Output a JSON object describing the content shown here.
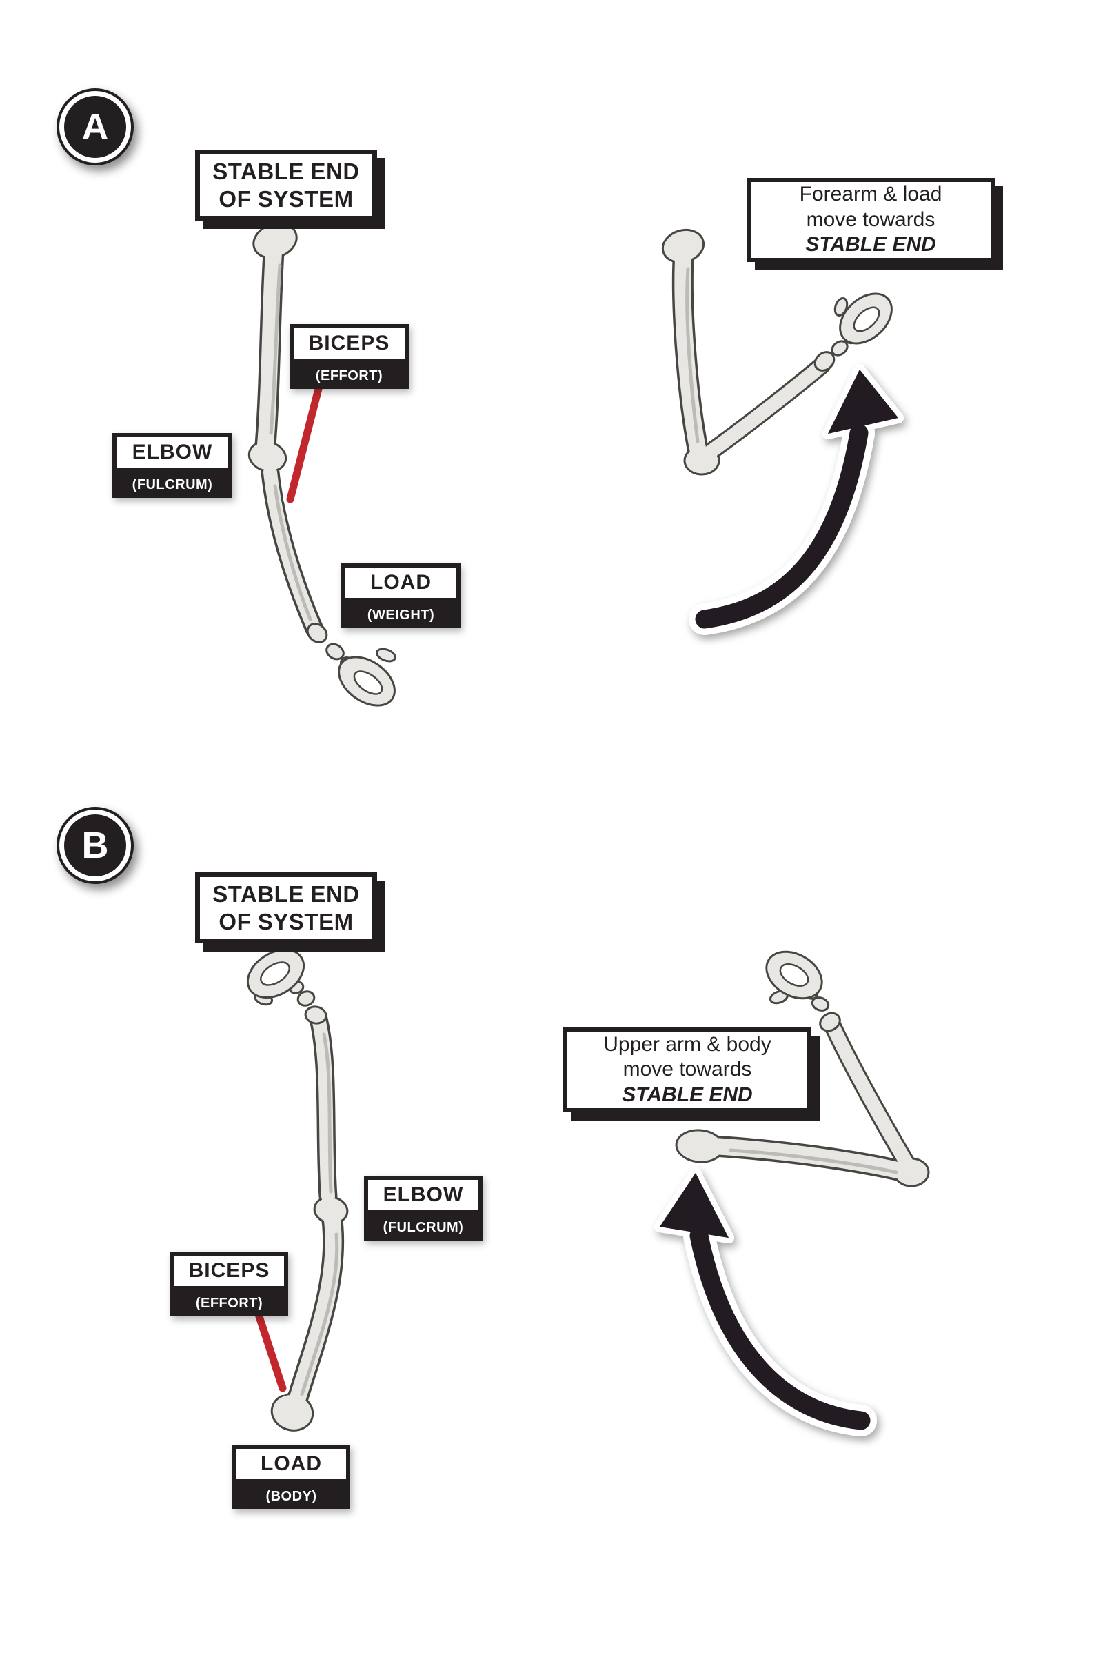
{
  "colors": {
    "ink": "#231f20",
    "muscle_red": "#c1272d",
    "bone_fill": "#e9e7e4",
    "background": "#ffffff"
  },
  "panel_a": {
    "badge": "A",
    "stable_end": {
      "line1": "STABLE END",
      "line2": "OF SYSTEM"
    },
    "biceps": {
      "title": "BICEPS",
      "sub": "(EFFORT)"
    },
    "elbow": {
      "title": "ELBOW",
      "sub": "(FULCRUM)"
    },
    "load": {
      "title": "LOAD",
      "sub": "(WEIGHT)"
    },
    "callout": {
      "line1": "Forearm & load",
      "line2": "move towards",
      "line3": "STABLE END"
    }
  },
  "panel_b": {
    "badge": "B",
    "stable_end": {
      "line1": "STABLE END",
      "line2": "OF SYSTEM"
    },
    "biceps": {
      "title": "BICEPS",
      "sub": "(EFFORT)"
    },
    "elbow": {
      "title": "ELBOW",
      "sub": "(FULCRUM)"
    },
    "load": {
      "title": "LOAD",
      "sub": "(BODY)"
    },
    "callout": {
      "line1": "Upper arm & body",
      "line2": "move towards",
      "line3": "STABLE END"
    }
  }
}
